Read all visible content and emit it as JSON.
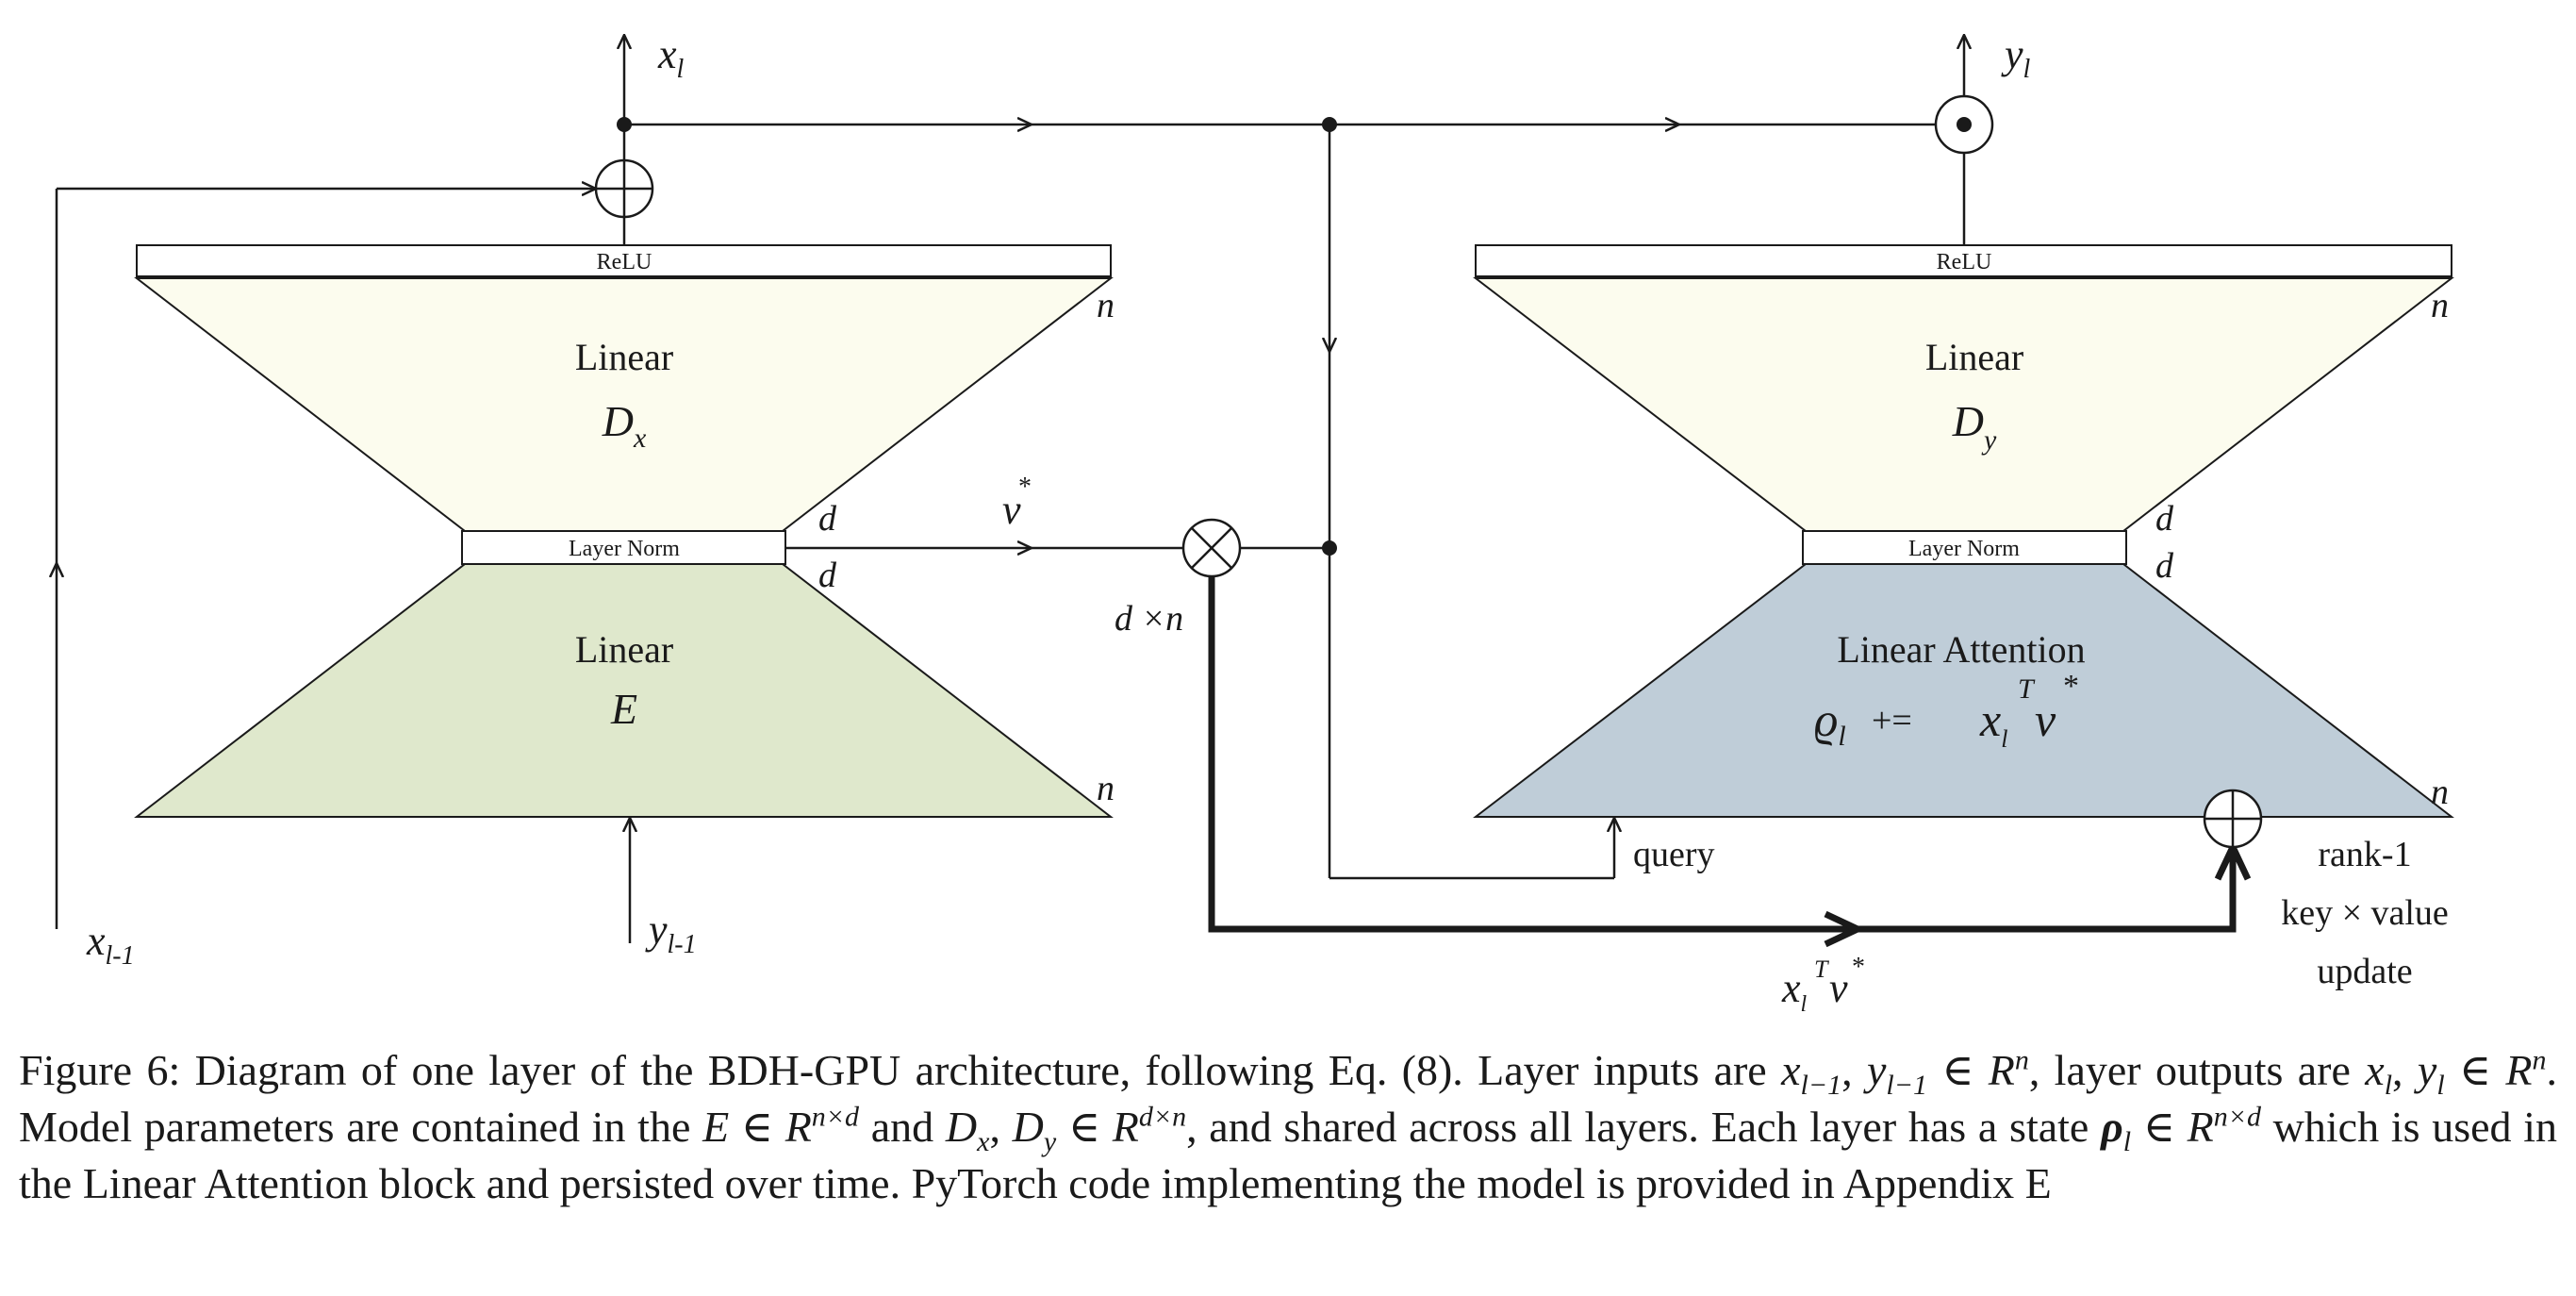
{
  "diagram": {
    "left": {
      "relu": "ReLU",
      "top_block": {
        "name": "Linear",
        "symbol": "D",
        "subscript": "x"
      },
      "norm": "Layer  Norm",
      "bottom_block": {
        "name": "Linear",
        "symbol": "E"
      },
      "dims": {
        "n_top": "n",
        "d_top": "d",
        "d_bottom": "d",
        "n_bottom": "n"
      }
    },
    "right": {
      "relu": "ReLU",
      "top_block": {
        "name": "Linear",
        "symbol": "D",
        "subscript": "y"
      },
      "norm": "Layer  Norm",
      "bottom_block": {
        "name": "Linear Attention",
        "formula": "ϱ",
        "formula_sub": "l",
        "formula_op": "+=",
        "formula_x": "x",
        "formula_x_sub": "l",
        "formula_T": "T",
        "formula_v": "v",
        "formula_star": "*"
      },
      "dims": {
        "n_top": "n",
        "d_top": "d",
        "d_bottom": "d",
        "n_bottom": "n"
      }
    },
    "signals": {
      "x_out": "x",
      "x_out_sub": "l",
      "y_out": "y",
      "y_out_sub": "l",
      "x_in": "x",
      "x_in_sub": "l-1",
      "y_in": "y",
      "y_in_sub": "l-1",
      "v_star": "v",
      "v_star_sup": "*",
      "d_times_n": "d ×n",
      "query": "query",
      "rank_1": "rank-1",
      "key_value": "key × value",
      "update": "update",
      "outer_x": "x",
      "outer_x_sub": "l",
      "outer_T": "T",
      "outer_v": "v",
      "outer_star": "*"
    },
    "colors": {
      "cream": "#fcfcee",
      "green": "#dfe8cc",
      "blue": "#bfcdd8",
      "line": "#1a1a1a"
    }
  },
  "caption": {
    "label": "Figure 6:",
    "p1": " Diagram of one layer of the BDH-GPU architecture, following Eq. (8). Layer inputs are ",
    "m1": "x",
    "m1_sub": "l−1",
    "m1b": ", ",
    "m2": "y",
    "m2_sub": "l−1",
    "m2b": " ∈ ",
    "m3": "R",
    "m3_sup": "n",
    "p2": ", layer outputs are ",
    "m4": "x",
    "m4_sub": "l",
    "m4b": ", ",
    "m5": "y",
    "m5_sub": "l",
    "m5b": " ∈ ",
    "m6": "R",
    "m6_sup": "n",
    "p3": ". Model parameters are contained in the ",
    "m7": "E",
    "m7b": " ∈ ",
    "m8": "R",
    "m8_sup": "n×d",
    "p4": " and ",
    "m9": "D",
    "m9_sub": "x",
    "m9b": ", ",
    "m10": "D",
    "m10_sub": "y",
    "m10b": " ∈ ",
    "m11": "R",
    "m11_sup": "d×n",
    "p5": ", and shared across all layers. Each layer has a state ",
    "m12": "ρ",
    "m12_sub": "l",
    "m12b": " ∈ ",
    "m13": "R",
    "m13_sup": "n×d",
    "p6": " which is used in the Linear Attention block and persisted over time. PyTorch code implementing the model is provided in Appendix E"
  }
}
